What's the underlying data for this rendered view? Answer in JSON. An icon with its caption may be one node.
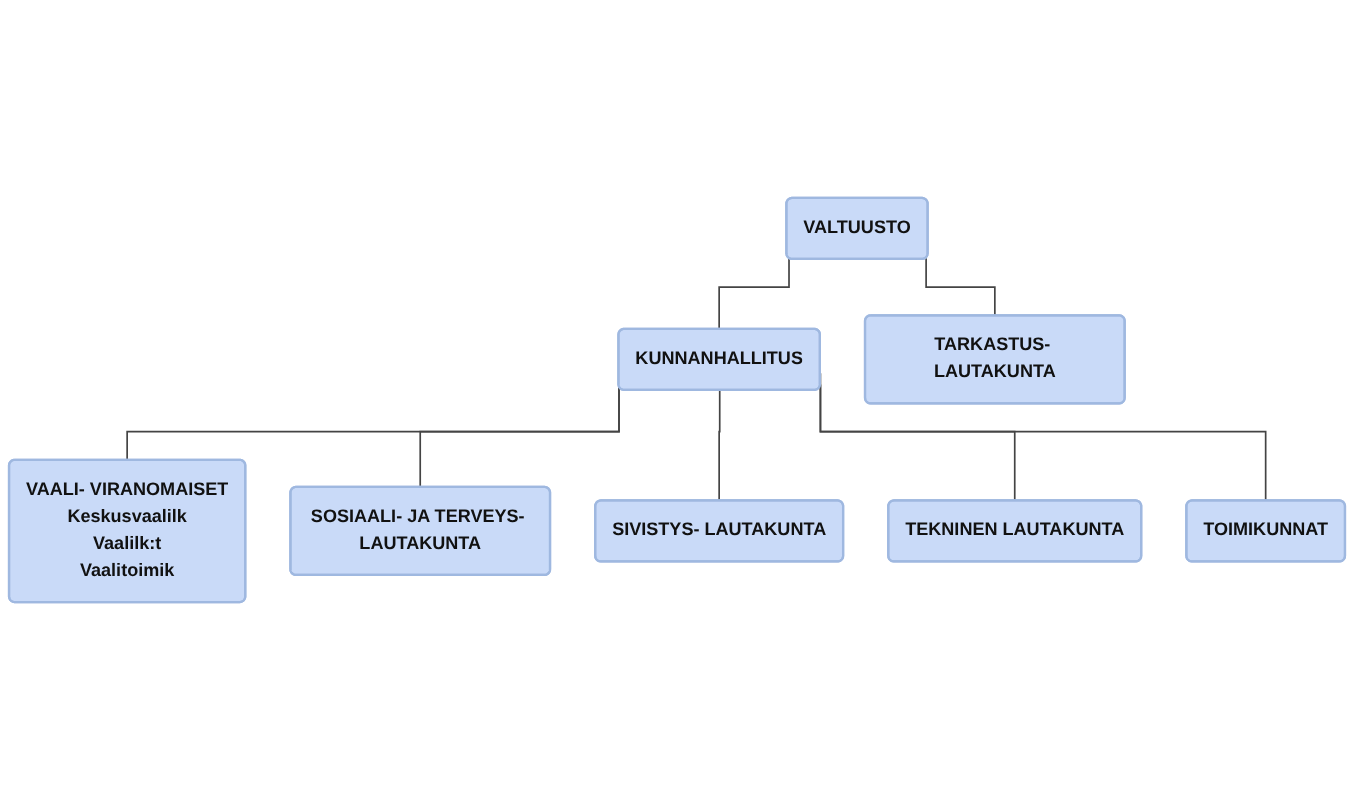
{
  "diagram": {
    "nodes": [
      {
        "text": [
          "VALTUUSTO"
        ]
      },
      {
        "text": [
          "TARKASTUS- LAUTAKUNTA"
        ]
      },
      {
        "text": [
          "KUNNANHALLITUS"
        ]
      },
      {
        "text": [
          "TOIMIKUNNAT"
        ]
      },
      {
        "text": [
          "VAALI- VIRANOMAISET",
          "Keskusvaalilk",
          "Vaalilk:t",
          "Vaalitoimik"
        ]
      },
      {
        "text": [
          "SOSIAALI- JA TERVEYS- LAUTAKUNTA"
        ]
      },
      {
        "text": [
          "SIVISTYS- LAUTAKUNTA"
        ]
      },
      {
        "text": [
          "TEKNINEN LAUTAKUNTA"
        ]
      }
    ],
    "edges": [
      {
        "from": 0,
        "to": 2,
        "arrow": "none"
      },
      {
        "from": 0,
        "to": 1,
        "arrow": "none"
      },
      {
        "from": 2,
        "to": 4,
        "arrow": "none"
      },
      {
        "from": 2,
        "to": 5,
        "arrow": "none"
      },
      {
        "from": 2,
        "to": 6,
        "arrow": "none"
      },
      {
        "from": 2,
        "to": 7,
        "arrow": "none"
      },
      {
        "from": 2,
        "to": 3,
        "arrow": "none"
      }
    ]
  }
}
